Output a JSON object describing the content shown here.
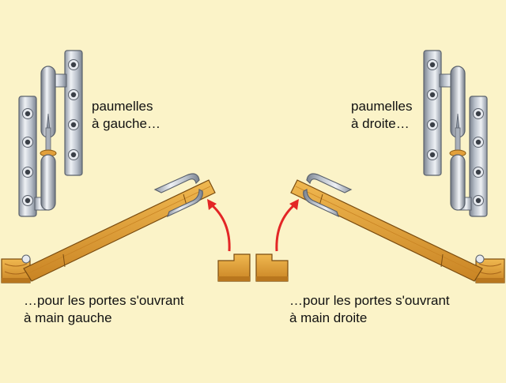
{
  "colors": {
    "background": "#fbf3c8",
    "wood": "#e0a23c",
    "wood_dark": "#b8761e",
    "metal": "#c9ced6",
    "metal_dark": "#6f7784",
    "arrow": "#e32626"
  },
  "left": {
    "hinge_label_line1": "paumelles",
    "hinge_label_line2": "à gauche…",
    "door_label_line1": "…pour les portes s'ouvrant",
    "door_label_line2": "à main gauche"
  },
  "right": {
    "hinge_label_line1": "paumelles",
    "hinge_label_line2": "à droite…",
    "door_label_line1": "…pour les portes s'ouvrant",
    "door_label_line2": "à main droite"
  }
}
